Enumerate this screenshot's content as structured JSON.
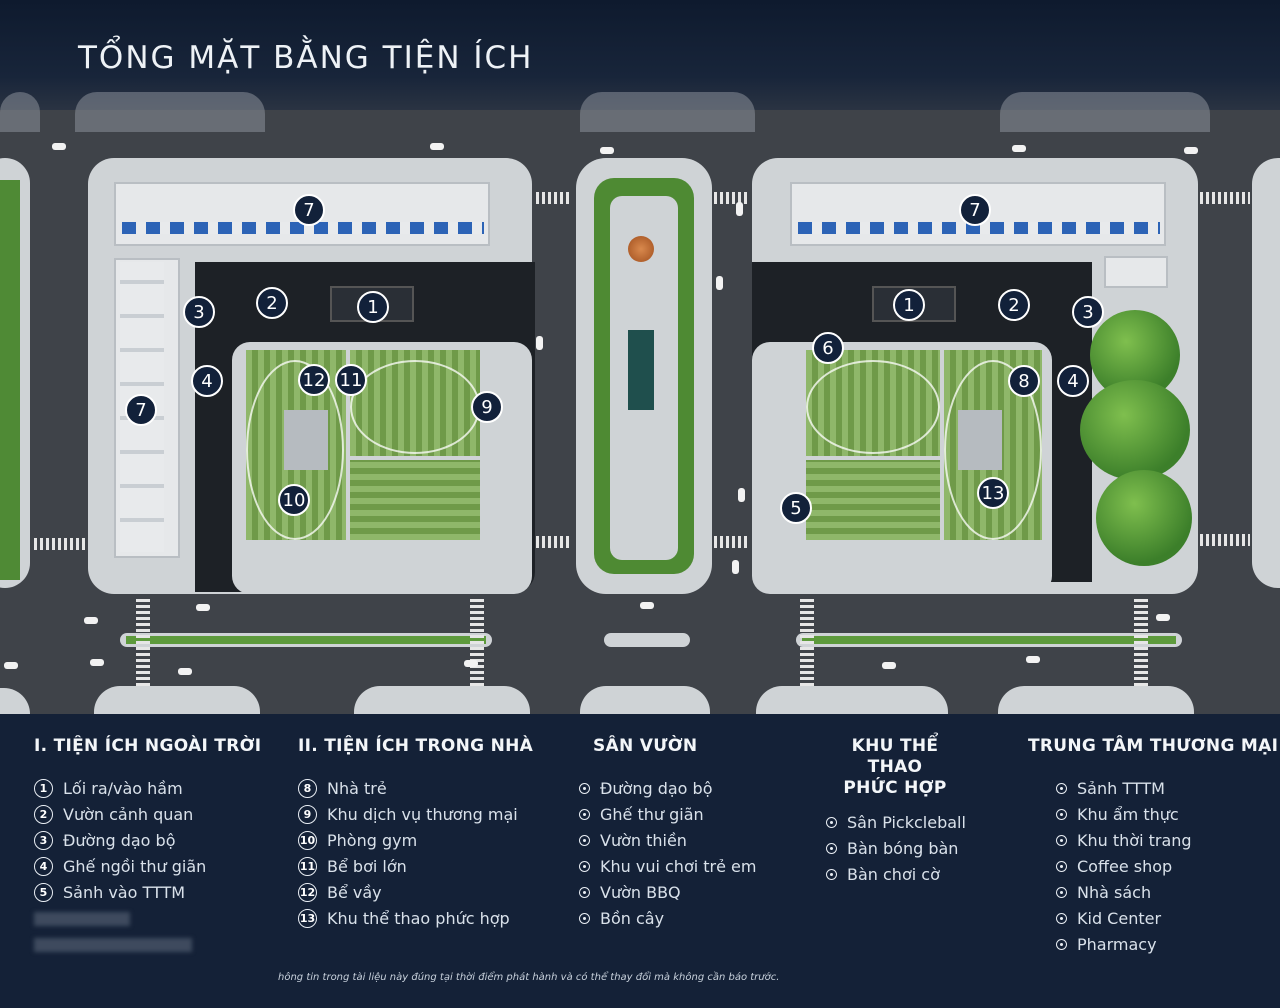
{
  "title": "TỔNG MẶT BẰNG TIỆN ÍCH",
  "map": {
    "markers": [
      "7",
      "7",
      "7",
      "1",
      "1",
      "2",
      "2",
      "3",
      "3",
      "4",
      "4",
      "5",
      "6",
      "8",
      "9",
      "10",
      "11",
      "12",
      "13"
    ]
  },
  "legend": {
    "outdoor": {
      "title": "I. TIỆN ÍCH NGOÀI TRỜI",
      "items": [
        {
          "num": "1",
          "label": "Lối ra/vào hầm"
        },
        {
          "num": "2",
          "label": "Vườn cảnh quan"
        },
        {
          "num": "3",
          "label": "Đường dạo bộ"
        },
        {
          "num": "4",
          "label": "Ghế ngồi thư giãn"
        },
        {
          "num": "5",
          "label": "Sảnh vào TTTM"
        }
      ]
    },
    "indoor": {
      "title": "II. TIỆN ÍCH TRONG NHÀ",
      "items": [
        {
          "num": "8",
          "label": "Nhà trẻ"
        },
        {
          "num": "9",
          "label": "Khu dịch vụ thương mại"
        },
        {
          "num": "10",
          "label": "Phòng gym"
        },
        {
          "num": "11",
          "label": "Bể bơi lớn"
        },
        {
          "num": "12",
          "label": "Bể vầy"
        },
        {
          "num": "13",
          "label": "Khu thể thao phức hợp"
        }
      ]
    },
    "garden": {
      "title": "SÂN VƯỜN",
      "items": [
        "Đường dạo bộ",
        "Ghế thư giãn",
        "Vườn thiền",
        "Khu vui chơi trẻ em",
        "Vườn BBQ",
        "Bồn cây"
      ]
    },
    "sports": {
      "title_line1": "KHU THỂ THAO",
      "title_line2": "PHỨC HỢP",
      "items": [
        "Sân Pickcleball",
        "Bàn bóng bàn",
        "Bàn chơi cờ"
      ]
    },
    "mall": {
      "title": "TRUNG TÂM THƯƠNG MẠI",
      "items": [
        "Sảnh TTTM",
        "Khu ẩm thực",
        "Khu thời trang",
        "Coffee shop",
        "Nhà sách",
        "Kid Center",
        "Pharmacy"
      ]
    }
  },
  "disclaimer": "hông tin trong tài liệu này đúng tại thời điểm phát hành và có thể thay đổi mà không cần báo trước."
}
